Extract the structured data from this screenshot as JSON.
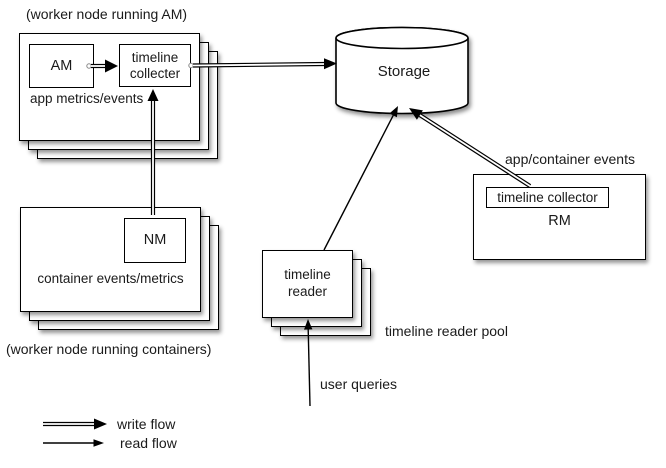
{
  "diagram": {
    "title_am_node": "(worker node running AM)",
    "title_container_node": "(worker node running containers)",
    "am_node": {
      "am_label": "AM",
      "collector_label": "timeline collecter",
      "caption": "app metrics/events"
    },
    "container_node": {
      "nm_label": "NM",
      "caption": "container events/metrics"
    },
    "storage_label": "Storage",
    "rm_node": {
      "collector_label": "timeline collector",
      "rm_label": "RM",
      "caption": "app/container events"
    },
    "reader": {
      "box_label": "timeline reader",
      "pool_caption": "timeline reader pool",
      "queries_caption": "user queries"
    },
    "legend": {
      "write_label": "write flow",
      "read_label": "read flow"
    },
    "edges": [
      {
        "from": "AM",
        "to": "timeline collecter",
        "type": "write"
      },
      {
        "from": "timeline collecter",
        "to": "Storage",
        "type": "write"
      },
      {
        "from": "NM",
        "to": "timeline collecter",
        "type": "write"
      },
      {
        "from": "RM timeline collector",
        "to": "Storage",
        "type": "write"
      },
      {
        "from": "timeline reader",
        "to": "Storage",
        "type": "read"
      },
      {
        "from": "user queries",
        "to": "timeline reader",
        "type": "read"
      }
    ],
    "colors": {
      "stroke": "#000000",
      "background": "#ffffff",
      "text": "#1a1a1a"
    }
  }
}
